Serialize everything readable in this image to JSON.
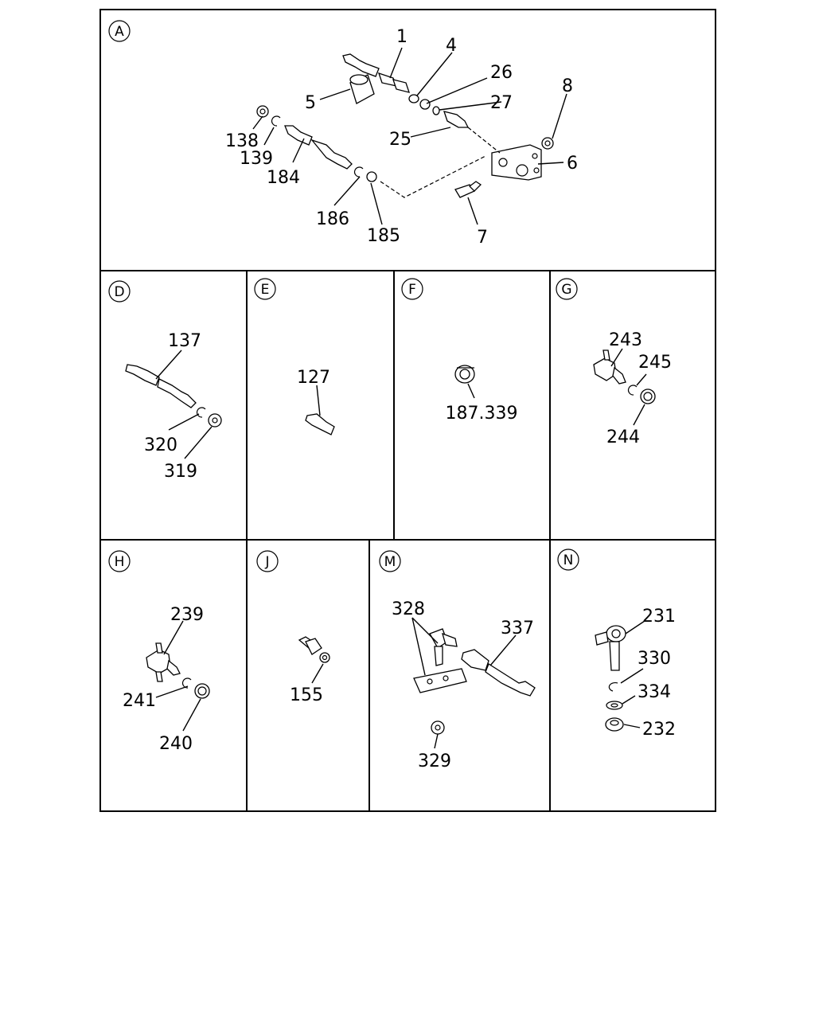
{
  "sections": {
    "a": {
      "letter": "A",
      "labels": {
        "l1": "1",
        "l4": "4",
        "l26": "26",
        "l5": "5",
        "l27": "27",
        "l8": "8",
        "l138": "138",
        "l25": "25",
        "l139": "139",
        "l6": "6",
        "l184": "184",
        "l186": "186",
        "l185": "185",
        "l7": "7"
      }
    },
    "d": {
      "letter": "D",
      "labels": {
        "l137": "137",
        "l320": "320",
        "l319": "319"
      }
    },
    "e": {
      "letter": "E",
      "labels": {
        "l127": "127"
      }
    },
    "f": {
      "letter": "F",
      "labels": {
        "l187": "187.339"
      }
    },
    "g": {
      "letter": "G",
      "labels": {
        "l243": "243",
        "l245": "245",
        "l244": "244"
      }
    },
    "h": {
      "letter": "H",
      "labels": {
        "l239": "239",
        "l241": "241",
        "l240": "240"
      }
    },
    "j": {
      "letter": "J",
      "labels": {
        "l155": "155"
      }
    },
    "m": {
      "letter": "M",
      "labels": {
        "l328": "328",
        "l337": "337",
        "l329": "329"
      }
    },
    "n": {
      "letter": "N",
      "labels": {
        "l231": "231",
        "l330": "330",
        "l334": "334",
        "l232": "232"
      }
    }
  }
}
